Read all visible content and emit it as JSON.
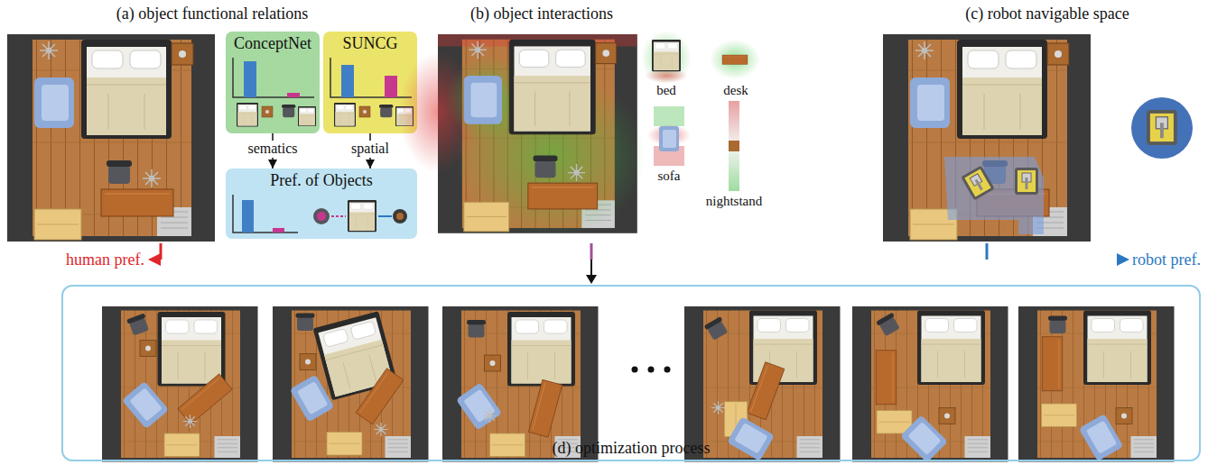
{
  "diagram": {
    "nodes": [
      {
        "text": [
          "ConceptNet"
        ]
      },
      {
        "text": [
          "SUNCG"
        ]
      },
      {
        "text": [
          "Pref. of Objects"
        ]
      },
      {
        "text": [
          "(d) optimization process"
        ]
      }
    ],
    "edges": [
      {
        "from": 0,
        "to": 2,
        "label": "sematics",
        "arrow": "to"
      },
      {
        "from": 1,
        "to": 2,
        "label": "spatial",
        "arrow": "to"
      }
    ],
    "labels": [
      "(a) object functional relations",
      "(b) object interactions",
      "(c) robot navigable space",
      "bed",
      "desk",
      "sofa",
      "nightstand",
      "human pref.",
      "robot pref."
    ]
  }
}
